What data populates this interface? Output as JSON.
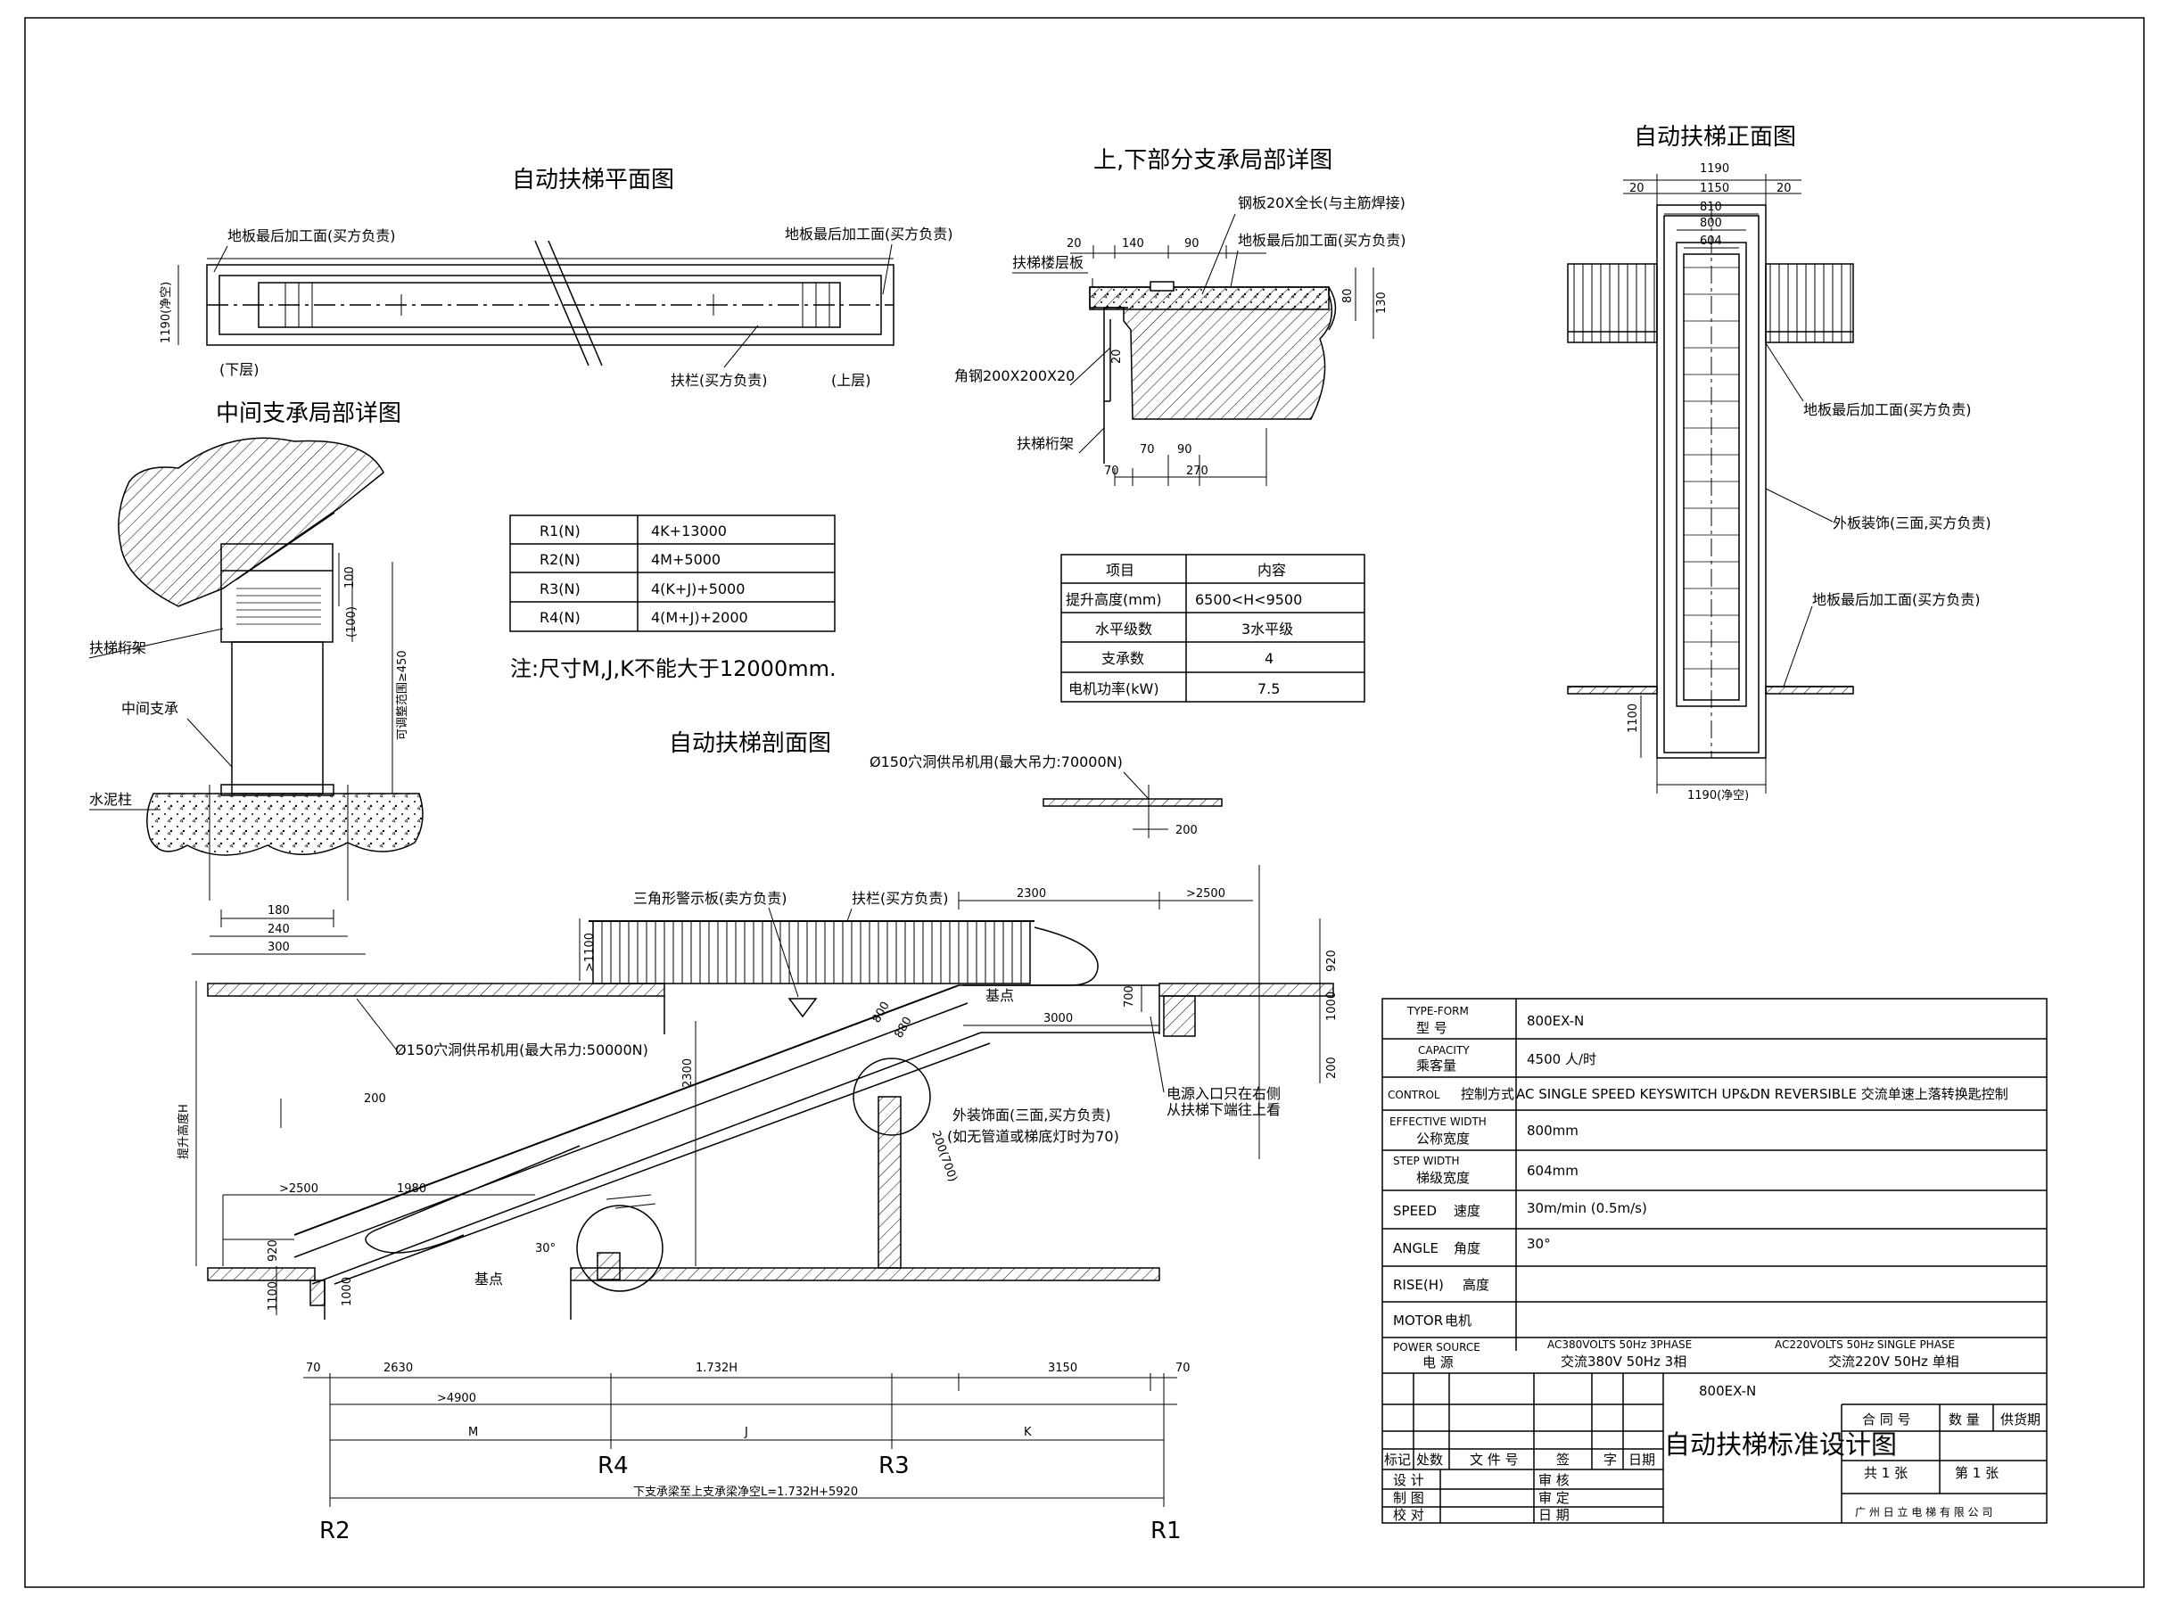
{
  "titles": {
    "plan": "自动扶梯平面图",
    "support_detail": "上,下部分支承局部详图",
    "front": "自动扶梯正面图",
    "mid_support": "中间支承局部详图",
    "section": "自动扶梯剖面图"
  },
  "plan": {
    "floor_left": "地板最后加工面(买方负责)",
    "floor_right": "地板最后加工面(买方负责)",
    "width_dim": "1190(净空)",
    "lower": "(下层)",
    "upper": "(上层)",
    "handrail": "扶栏(买方负责)"
  },
  "support": {
    "steel_plate": "钢板20X全长(与主筋焊接)",
    "floor_finish": "地板最后加工面(买方负责)",
    "escalator_floor": "扶梯楼层板",
    "angle_steel": "角钢200X200X20",
    "truss": "扶梯桁架",
    "d20": "20",
    "d140": "140",
    "d90a": "90",
    "d80": "80",
    "d130": "130",
    "d20b": "20",
    "d70": "70",
    "d90b": "90",
    "d70b": "70",
    "d270": "270"
  },
  "front": {
    "d1190": "1190",
    "d20a": "20",
    "d1150": "1150",
    "d20b": "20",
    "d810": "810",
    "d800": "800",
    "d604": "604",
    "floor_finish_top": "地板最后加工面(买方负责)",
    "cladding": "外板装饰(三面,买方负责)",
    "floor_finish_bottom": "地板最后加工面(买方负责)",
    "d1100": "1100",
    "clear": "1190(净空)"
  },
  "mid": {
    "truss": "扶梯桁架",
    "mid_support": "中间支承",
    "column": "水泥柱",
    "d100": "100",
    "d100b": "(100)",
    "adjust": "可调整范围≥450",
    "d180": "180",
    "d240": "240",
    "d300": "300"
  },
  "reactions": {
    "rows": [
      {
        "name": "R1(N)",
        "value": "4K+13000"
      },
      {
        "name": "R2(N)",
        "value": "4M+5000"
      },
      {
        "name": "R3(N)",
        "value": "4(K+J)+5000"
      },
      {
        "name": "R4(N)",
        "value": "4(M+J)+2000"
      }
    ],
    "note": "注:尺寸M,J,K不能大于12000mm."
  },
  "specs": {
    "header": [
      "项目",
      "内容"
    ],
    "rows": [
      [
        "提升高度(mm)",
        "6500<H<9500"
      ],
      [
        "水平级数",
        "3水平级"
      ],
      [
        "支承数",
        "4"
      ],
      [
        "电机功率(kW)",
        "7.5"
      ]
    ]
  },
  "section": {
    "hole_top": "Ø150穴洞供吊机用(最大吊力:70000N)",
    "d200_top": "200",
    "warning": "三角形警示板(卖方负责)",
    "handrail": "扶栏(买方负责)",
    "d2300": "2300",
    "d2500r": ">2500",
    "d1100": ">1100",
    "d920r": "920",
    "d1000r": "1000",
    "d200r": "200",
    "base_upper": "基点",
    "d3000": "3000",
    "d700": "700",
    "d800": "800",
    "d880": "880",
    "hole_bottom": "Ø150穴洞供吊机用(最大吊力:50000N)",
    "power": "电源入口只在右侧",
    "power2": "从扶梯下端往上看",
    "d2300v": "2300",
    "d200m": "200(700)",
    "cladding": "外装饰面(三面,买方负责)",
    "cladding2": "(如无管道或梯底灯时为70)",
    "rise": "提升高度H",
    "d200l": "200",
    "d2500l": ">2500",
    "d1980": "1980",
    "d920l": "920",
    "d1100l": "1100",
    "d1000l": "1000",
    "angle": "30°",
    "base_lower": "基点",
    "d70l": "70",
    "d2630": "2630",
    "d1732": "1.732H",
    "d3150": "3150",
    "d70r": "70",
    "d4900": ">4900",
    "m": "M",
    "j": "J",
    "k": "K",
    "r4": "R4",
    "r3": "R3",
    "r2": "R2",
    "r1": "R1",
    "span": "下支承梁至上支承梁净空L=1.732H+5920"
  },
  "titleblock": {
    "rows": [
      {
        "en": "TYPE-FORM",
        "cn": "型  号",
        "val": "800EX-N"
      },
      {
        "en": "CAPACITY",
        "cn": "乘客量",
        "val": "4500  人/时"
      },
      {
        "en": "CONTROL",
        "cn": "控制方式",
        "val": "AC SINGLE SPEED KEYSWITCH UP&DN REVERSIBLE    交流单速上落转换匙控制"
      },
      {
        "en": "EFFECTIVE WIDTH",
        "cn": "公称宽度",
        "val": "800mm"
      },
      {
        "en": "STEP WIDTH",
        "cn": "梯级宽度",
        "val": "604mm"
      },
      {
        "en": "SPEED",
        "cn": "速度",
        "val": "30m/min    (0.5m/s)"
      },
      {
        "en": "ANGLE",
        "cn": "角度",
        "val": "30°"
      },
      {
        "en": "RISE(H)",
        "cn": "高度",
        "val": ""
      },
      {
        "en": "MOTOR",
        "cn": "电机",
        "val": ""
      }
    ],
    "power_en": "POWER SOURCE",
    "power_cn": "电    源",
    "power_a_en": "AC380VOLTS 50Hz 3PHASE",
    "power_a_cn": "交流380V 50Hz 3相",
    "power_b_en": "AC220VOLTS 50Hz SINGLE PHASE",
    "power_b_cn": "交流220V 50Hz 单相",
    "model": "800EX-N",
    "drawing_title": "自动扶梯标准设计图",
    "contract": "合 同 号",
    "qty": "数 量",
    "delivery": "供货期",
    "total": "共 1 张",
    "sheet": "第 1 张",
    "company": "广 州 日 立 电 梯 有 限 公 司",
    "rev_headers": [
      "标记",
      "处数",
      "文 件 号",
      "签",
      "字",
      "日期"
    ],
    "sign_rows": [
      [
        "设    计",
        "审    核"
      ],
      [
        "制    图",
        "审    定"
      ],
      [
        "校    对",
        "日    期"
      ]
    ]
  }
}
